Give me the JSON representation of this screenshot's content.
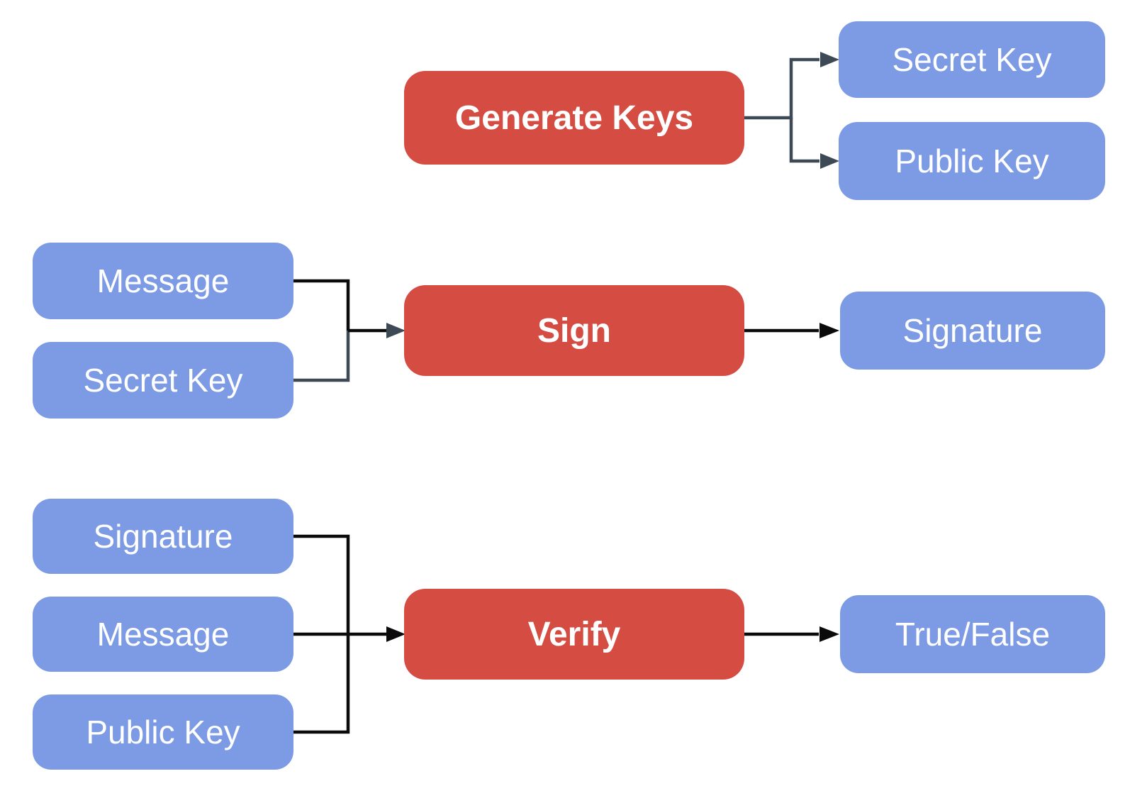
{
  "colors": {
    "process_fill": "#D54C42",
    "data_fill": "#7D9BE4",
    "text": "#FFFFFF",
    "connector_dark": "#3E4956",
    "connector_black": "#0B0B0B",
    "background": "#FFFFFF"
  },
  "nodes": {
    "generate_keys": {
      "label": "Generate Keys",
      "type": "process"
    },
    "secret_key_gen": {
      "label": "Secret Key",
      "type": "data"
    },
    "public_key_gen": {
      "label": "Public Key",
      "type": "data"
    },
    "message_sign": {
      "label": "Message",
      "type": "data"
    },
    "secret_key_sign": {
      "label": "Secret Key",
      "type": "data"
    },
    "sign": {
      "label": "Sign",
      "type": "process"
    },
    "signature_sign": {
      "label": "Signature",
      "type": "data"
    },
    "signature_verify": {
      "label": "Signature",
      "type": "data"
    },
    "message_verify": {
      "label": "Message",
      "type": "data"
    },
    "public_key_verify": {
      "label": "Public Key",
      "type": "data"
    },
    "verify": {
      "label": "Verify",
      "type": "process"
    },
    "true_false": {
      "label": "True/False",
      "type": "data"
    }
  },
  "edges": [
    {
      "from": "generate_keys",
      "to": "secret_key_gen"
    },
    {
      "from": "generate_keys",
      "to": "public_key_gen"
    },
    {
      "from": "message_sign",
      "to": "sign"
    },
    {
      "from": "secret_key_sign",
      "to": "sign"
    },
    {
      "from": "sign",
      "to": "signature_sign"
    },
    {
      "from": "signature_verify",
      "to": "verify"
    },
    {
      "from": "message_verify",
      "to": "verify"
    },
    {
      "from": "public_key_verify",
      "to": "verify"
    },
    {
      "from": "verify",
      "to": "true_false"
    }
  ]
}
